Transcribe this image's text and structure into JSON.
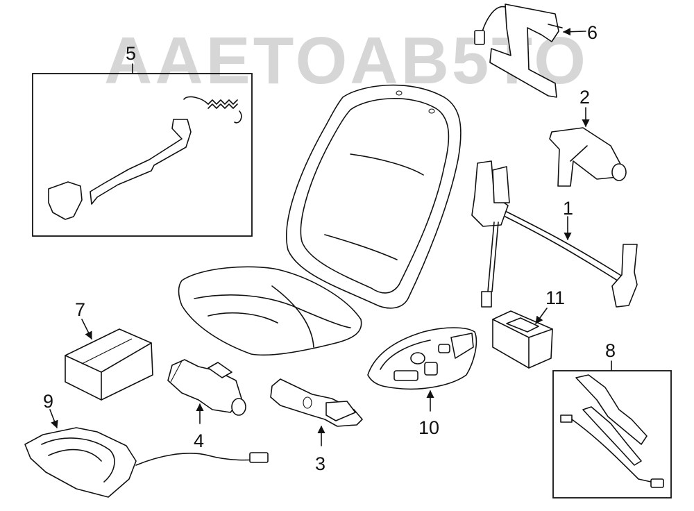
{
  "watermark": {
    "text": "AAETOAB5TO"
  },
  "parts": [
    {
      "id": "p1",
      "label": "1"
    },
    {
      "id": "p2",
      "label": "2"
    },
    {
      "id": "p3",
      "label": "3"
    },
    {
      "id": "p4",
      "label": "4"
    },
    {
      "id": "p5",
      "label": "5"
    },
    {
      "id": "p6",
      "label": "6"
    },
    {
      "id": "p7",
      "label": "7"
    },
    {
      "id": "p8",
      "label": "8"
    },
    {
      "id": "p9",
      "label": "9"
    },
    {
      "id": "p10",
      "label": "10"
    },
    {
      "id": "p11",
      "label": "11"
    }
  ]
}
